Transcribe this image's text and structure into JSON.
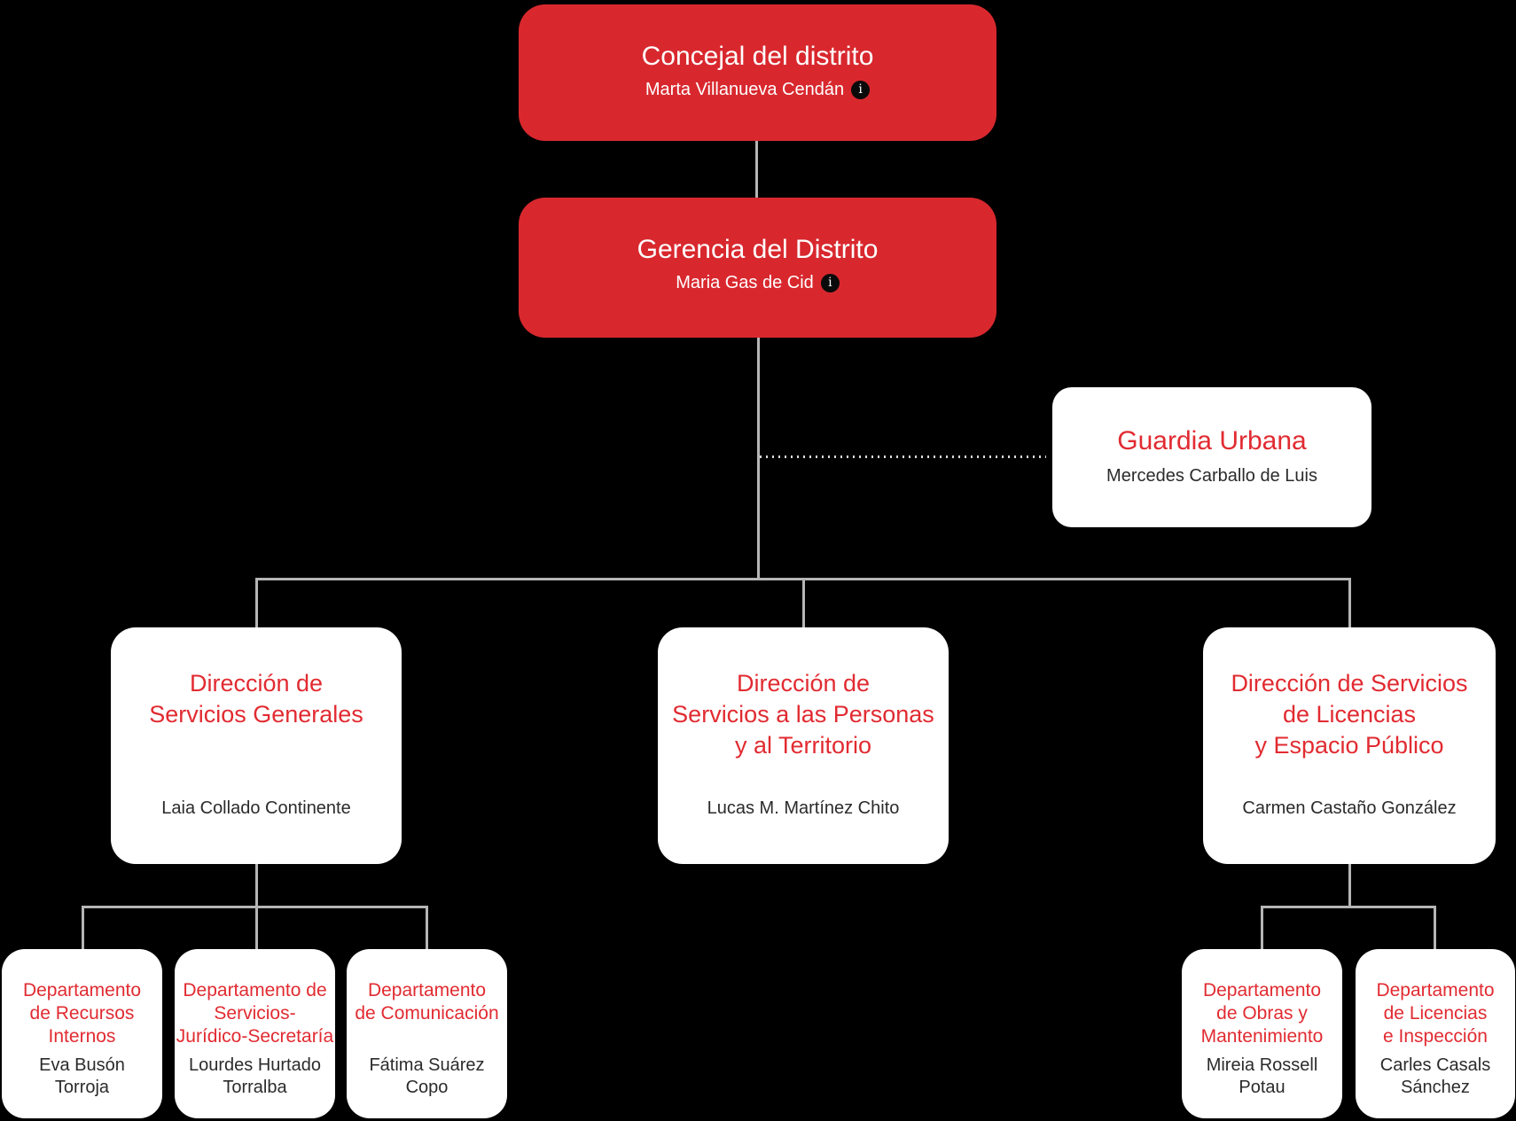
{
  "colors": {
    "background": "#000000",
    "red_box": "#d8282e",
    "red_accent_text": "#e12b31",
    "white_box": "#ffffff",
    "dark_text": "#2b2b2b",
    "connector_gray": "#b5b5b5",
    "dotted_connector": "#d9d9d9",
    "info_icon_bg": "#0a0a0a"
  },
  "icons": {
    "info_glyph": "i"
  },
  "nodes": {
    "concejal": {
      "title": "Concejal del distrito",
      "name": "Marta Villanueva Cendán"
    },
    "gerencia": {
      "title": "Gerencia del Distrito",
      "name": "Maria Gas de Cid"
    },
    "guardia_urbana": {
      "title": "Guardia Urbana",
      "name": "Mercedes Carballo de Luis"
    },
    "dir_servicios_generales": {
      "title": "Dirección de\nServicios Generales",
      "name": "Laia Collado Continente"
    },
    "dir_personas_territorio": {
      "title": "Dirección de\nServicios a las Personas\ny al Territorio",
      "name": "Lucas M. Martínez Chito"
    },
    "dir_licencias_espacio": {
      "title": "Dirección de Servicios\nde Licencias\ny Espacio Público",
      "name": "Carmen Castaño González"
    },
    "dep_recursos_internos": {
      "title": "Departamento\nde Recursos\nInternos",
      "name": "Eva Busón\nTorroja"
    },
    "dep_juridico_secretaria": {
      "title": "Departamento de\nServicios-\nJurídico-Secretaría",
      "name": "Lourdes Hurtado\nTorralba"
    },
    "dep_comunicacion": {
      "title": "Departamento\nde Comunicación",
      "name": "Fátima Suárez\nCopo"
    },
    "dep_obras_mantenimiento": {
      "title": "Departamento\nde Obras y\nMantenimiento",
      "name": "Mireia Rossell\nPotau"
    },
    "dep_licencias_inspeccion": {
      "title": "Departamento\nde Licencias\ne Inspección",
      "name": "Carles Casals\nSánchez"
    }
  }
}
